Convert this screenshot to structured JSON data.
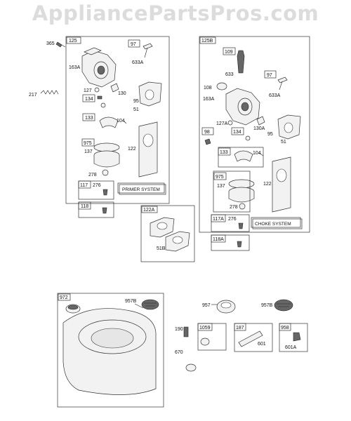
{
  "watermark": "AppliancePartsPros.com",
  "groups": {
    "g125": "125",
    "g125B": "125B",
    "g122A": "122A",
    "g972": "972"
  },
  "sections": {
    "primer_system": "PRIMER SYSTEM",
    "choke_system": "CHOKE SYSTEM"
  },
  "labels": {
    "l365": "365",
    "l217": "217",
    "l163A_a": "163A",
    "l97_a": "97",
    "l633A_a": "633A",
    "l127": "127",
    "l130": "130",
    "l134_a": "134",
    "l95_a": "95",
    "l51_a": "51",
    "l133_a": "133",
    "l104_a": "104",
    "l975_a": "975",
    "l137_a": "137",
    "l122_a": "122",
    "l278_a": "278",
    "l117": "117",
    "l276_a": "276",
    "l118": "118",
    "l109": "109",
    "l633": "633",
    "l108": "108",
    "l163A_b": "163A",
    "l97_b": "97",
    "l633A_b": "633A",
    "l127A": "127A",
    "l130A": "130A",
    "l98": "98",
    "l134_b": "134",
    "l95_b": "95",
    "l51_b": "51",
    "l133_b": "133",
    "l104_b": "104",
    "l975_b": "975",
    "l137_b": "137",
    "l122_b": "122",
    "l278_b": "278",
    "l117A": "117A",
    "l276_b": "276",
    "l118A": "118A",
    "l51B": "51B",
    "l957B_a": "957B",
    "l957": "957",
    "l957B_b": "957B",
    "l190": "190",
    "l1059": "1059",
    "l187": "187",
    "l958": "958",
    "l670": "670",
    "l601": "601",
    "l601A": "601A"
  }
}
